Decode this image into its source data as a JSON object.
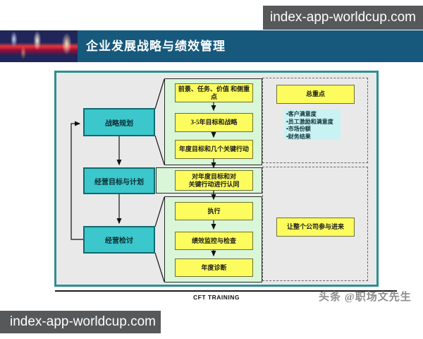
{
  "watermarks": {
    "top": "index-app-worldcup.com",
    "bottom": "index-app-worldcup.com"
  },
  "header": {
    "title": "企业发展战略与绩效管理"
  },
  "diagram": {
    "left_boxes": [
      "战略规划",
      "经营目标与计划",
      "经营检讨"
    ],
    "process_boxes": [
      "前景、任务、价值 和侧重点",
      "3-5年目标和战略",
      "年度目标和几个关键行动",
      "对年度目标和对\n关键行动进行认同",
      "执行",
      "绩效监控与检查",
      "年度诊断"
    ],
    "right_panel": {
      "top_label": "总重点",
      "bullets": [
        "•客户满意度",
        "•员工激励和满意度",
        "•市场份额",
        "•财务结果"
      ],
      "bottom_label": "让整个公司参与进来"
    }
  },
  "footer": {
    "training": "CFT TRAINING",
    "credit": "头条 @职场文先生"
  },
  "colors": {
    "header_bg": "#17597D",
    "frame_border": "#2D8F92",
    "frame_bg": "#E9E9E9",
    "teal_box": "#3BC7CB",
    "yellow_box": "#FCFC5E",
    "green_container": "#D9F6D9",
    "cyan_panel": "#C9F2F3",
    "watermark_bg": "#57585A"
  }
}
